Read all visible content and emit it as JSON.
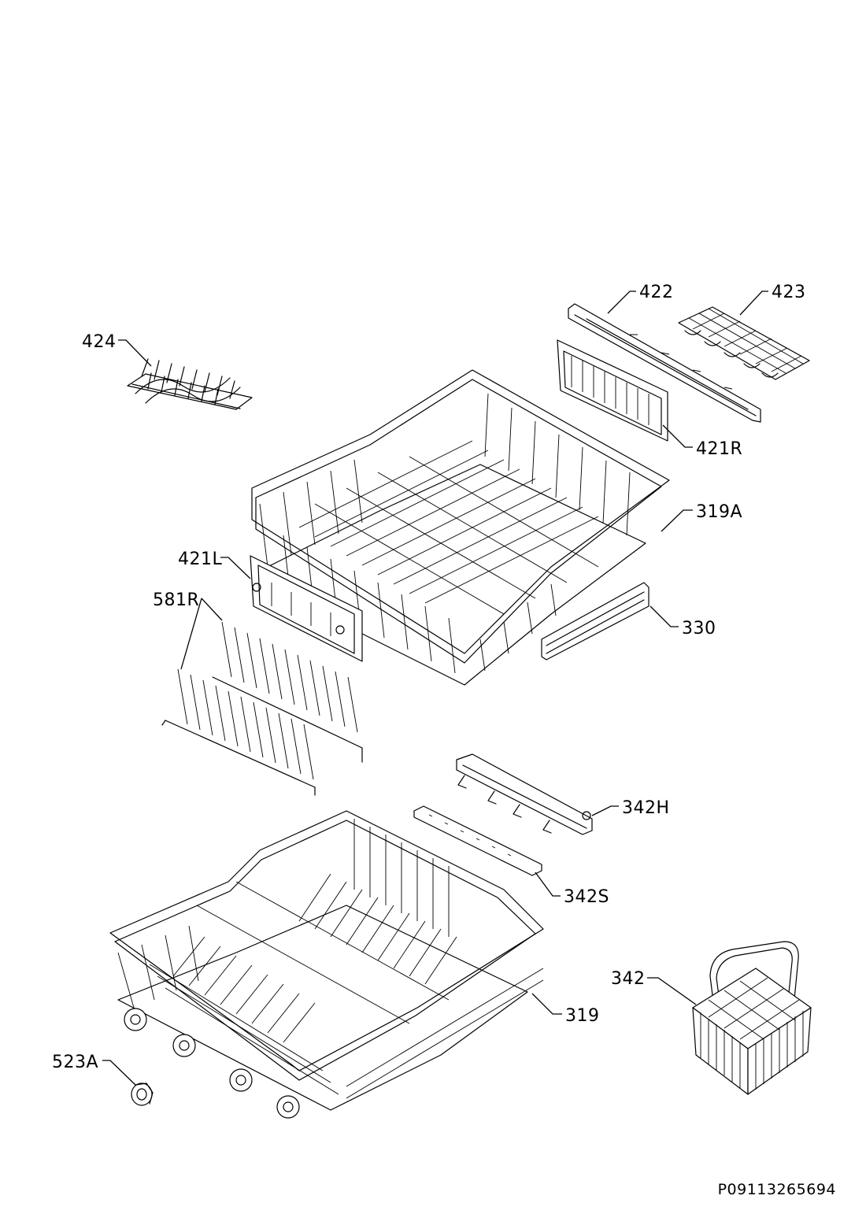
{
  "labels": {
    "p422": "422",
    "p423": "423",
    "p424": "424",
    "p421R": "421R",
    "p319A": "319A",
    "p421L": "421L",
    "p330": "330",
    "p581R": "581R",
    "p342H": "342H",
    "p342S": "342S",
    "p342": "342",
    "p319": "319",
    "p523A": "523A"
  },
  "document_id": "P09113265694"
}
